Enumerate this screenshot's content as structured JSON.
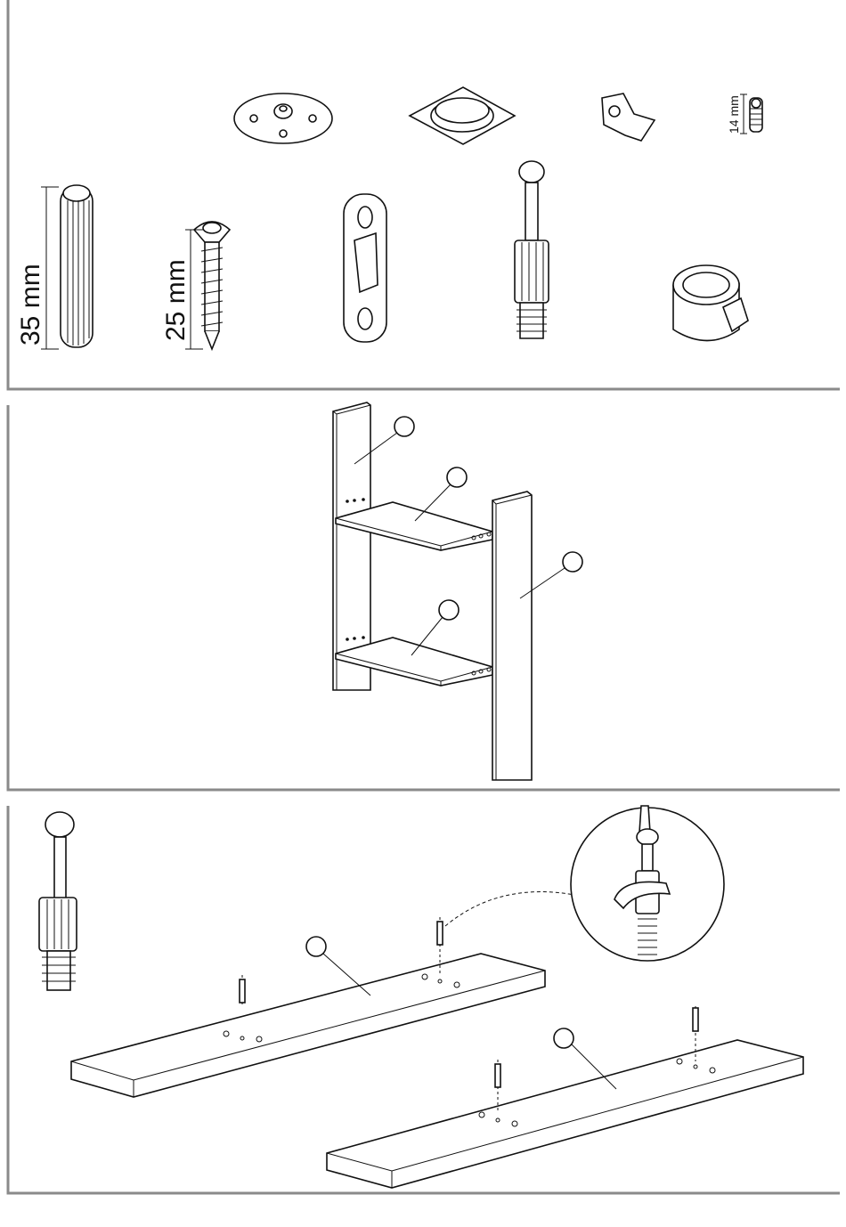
{
  "panels": [
    "parts-overview",
    "frame-assembly",
    "cam-bolt-insertion"
  ],
  "dimensions": {
    "dowel": "35 mm",
    "screw": "25 mm",
    "small_screw": "14 mm"
  },
  "colors": {
    "line": "#111111",
    "frame": "#8a8a8a"
  }
}
